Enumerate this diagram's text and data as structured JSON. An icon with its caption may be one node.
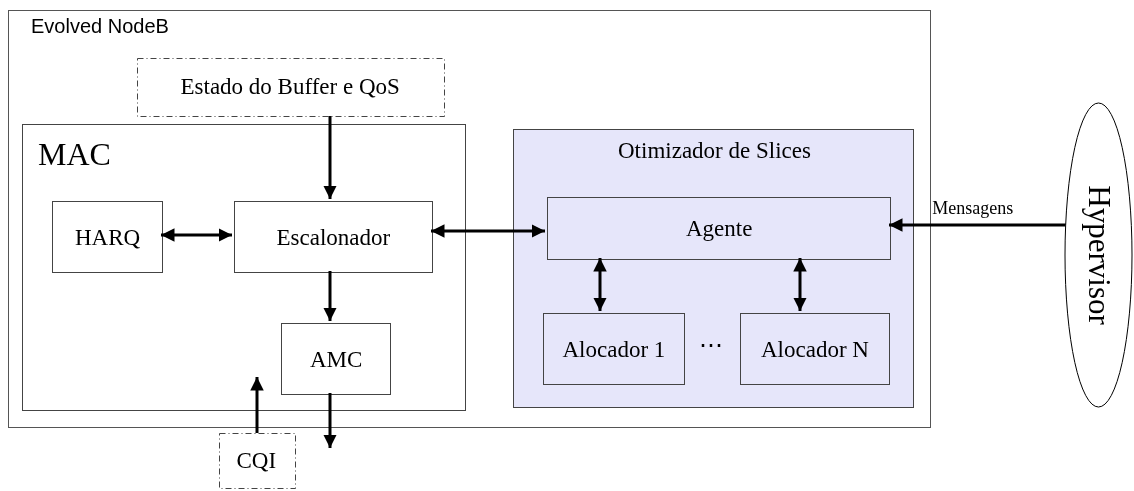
{
  "diagram": {
    "nodes": [
      {
        "text": [
          "Evolved NodeB"
        ]
      },
      {
        "text": [
          "Estado do Buffer e QoS"
        ],
        "in": 0
      },
      {
        "text": [
          "MAC"
        ],
        "in": 0
      },
      {
        "text": [
          "HARQ"
        ],
        "in": 2
      },
      {
        "text": [
          "Escalonador"
        ],
        "in": 2
      },
      {
        "text": [
          "AMC"
        ],
        "in": 2
      },
      {
        "text": [
          "Otimizador de Slices"
        ],
        "in": 0
      },
      {
        "text": [
          "Agente"
        ],
        "in": 6
      },
      {
        "text": [
          "Alocador 1"
        ],
        "in": 6
      },
      {
        "text": [
          "Alocador N"
        ],
        "in": 6
      },
      {
        "text": [
          "Hypervisor"
        ]
      },
      {
        "text": [
          "CQI"
        ]
      }
    ],
    "edges": [
      {
        "from": 1,
        "to": 4,
        "arrow": "to"
      },
      {
        "from": 3,
        "to": 4,
        "arrow": "both"
      },
      {
        "from": 4,
        "to": 7,
        "arrow": "both"
      },
      {
        "from": 4,
        "to": 5,
        "arrow": "to"
      },
      {
        "from": 11,
        "to": 5,
        "arrow": "to"
      },
      {
        "from": 5,
        "to": null,
        "arrow": "to"
      },
      {
        "from": 7,
        "to": 8,
        "arrow": "both"
      },
      {
        "from": 7,
        "to": 9,
        "arrow": "both"
      },
      {
        "from": 10,
        "to": 7,
        "arrow": "to",
        "label": "Mensagens"
      }
    ],
    "labels": [
      "⋯"
    ]
  }
}
